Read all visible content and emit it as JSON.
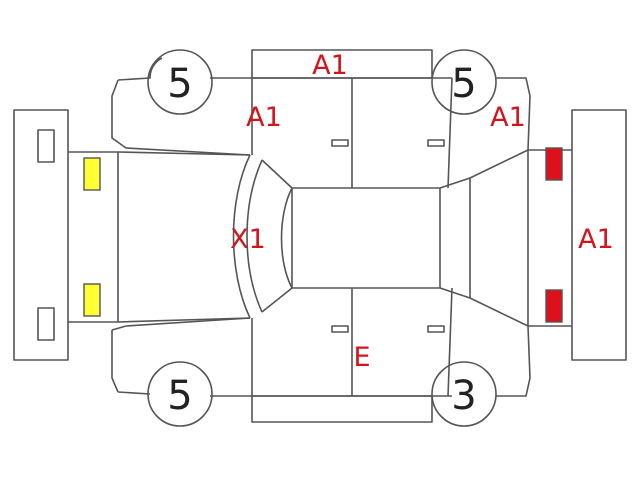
{
  "colors": {
    "outline": "#555555",
    "code_text": "#d4141c",
    "front_light": "#ffff33",
    "rear_light": "#e0101a"
  },
  "tires": {
    "front_left": "5",
    "front_right": "5",
    "rear_left": "5",
    "rear_right": "3"
  },
  "damage_codes": {
    "roof_top": "A1",
    "left_front_door": "A1",
    "right_rear_quarter": "A1",
    "windshield": "X1",
    "rear_bumper": "A1",
    "lower_side_door": "E"
  }
}
